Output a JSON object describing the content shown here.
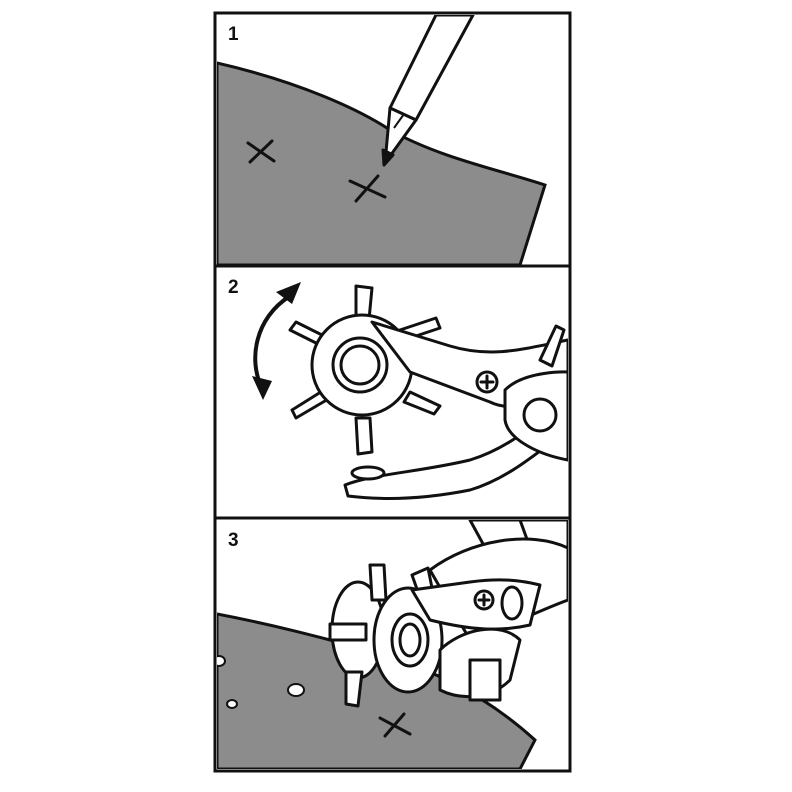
{
  "colors": {
    "line": "#111111",
    "leather": "#8c8c8c",
    "paper": "#ffffff"
  },
  "steps": [
    {
      "number": "1",
      "icons": [
        "leather-sheet",
        "pencil-icon",
        "cross-mark",
        "cross-mark"
      ]
    },
    {
      "number": "2",
      "icons": [
        "rotate-arrow-icon",
        "hole-punch-pliers"
      ]
    },
    {
      "number": "3",
      "icons": [
        "leather-sheet",
        "hole-punch-pliers",
        "punched-hole",
        "punched-hole",
        "punched-hole",
        "cross-mark"
      ]
    }
  ]
}
